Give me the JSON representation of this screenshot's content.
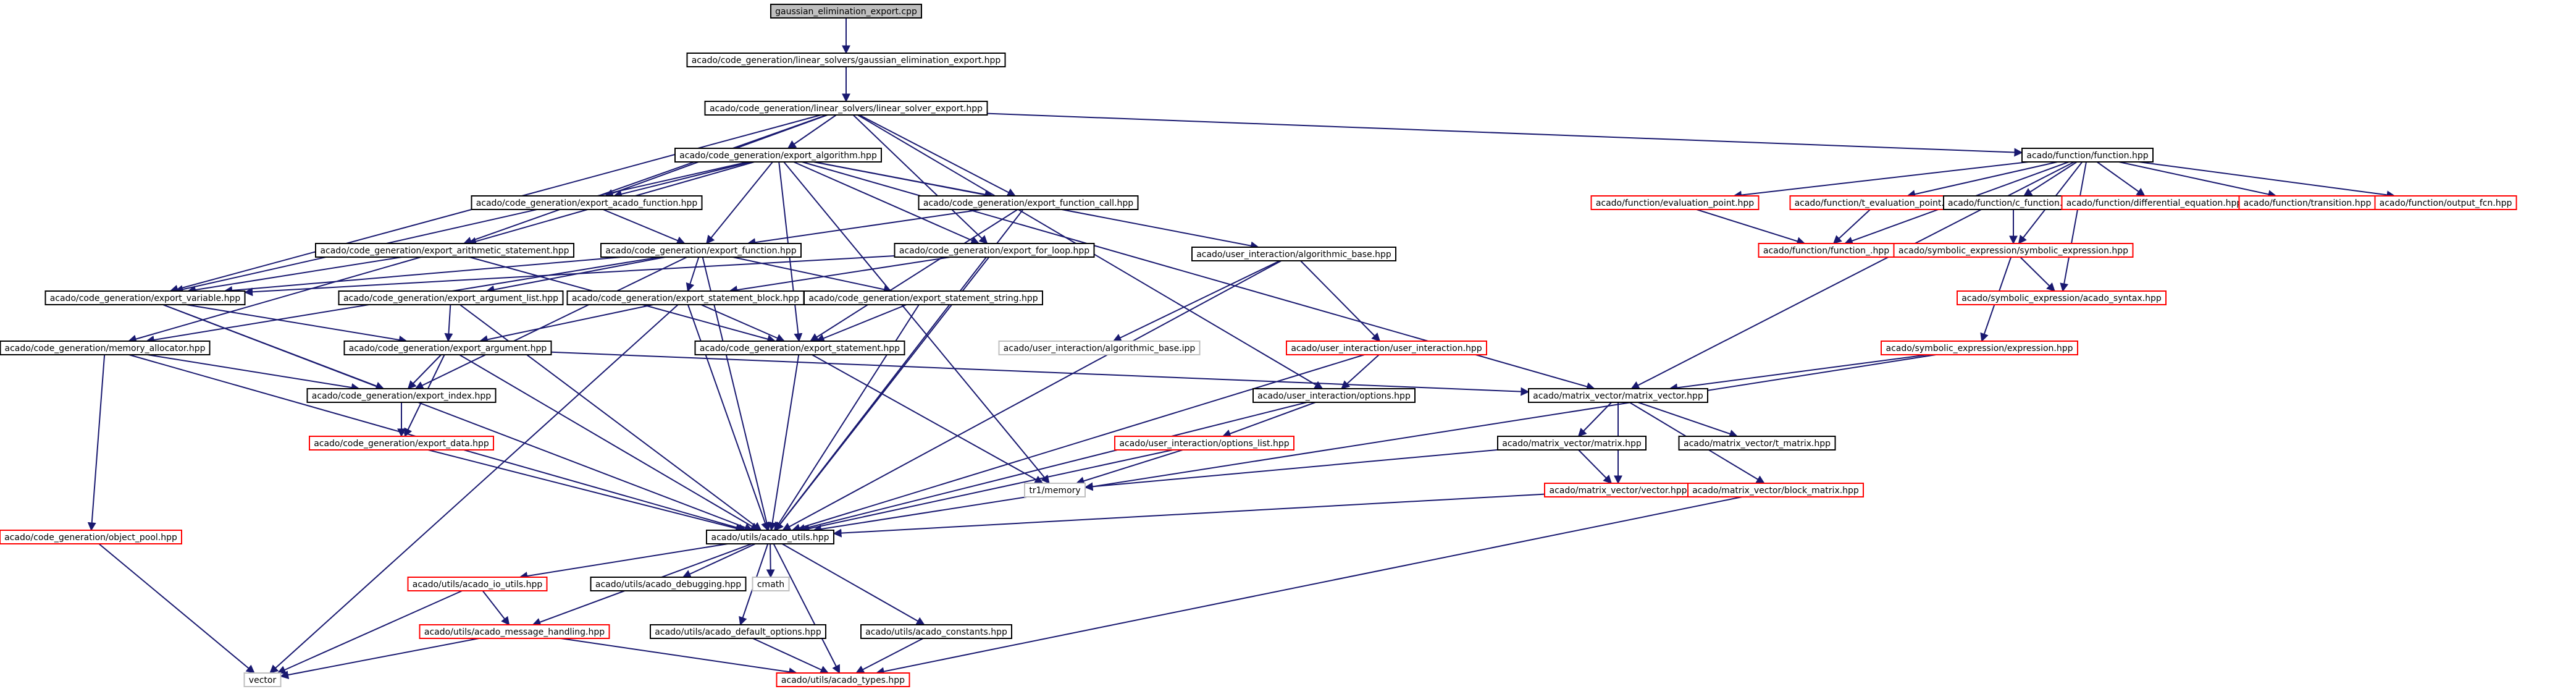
{
  "colors": {
    "edge": "#191970",
    "box_black": "#000000",
    "box_red": "#ff0000",
    "box_grey": "#bfbfbf",
    "root_fill": "#bfbfbf",
    "text": "#000000"
  },
  "nodes": {
    "n_root": "gaussian_elimination_export.cpp",
    "n_gauss": "acado/code_generation/linear_solvers/gaussian_elimination_export.hpp",
    "n_lse": "acado/code_generation/linear_solvers/linear_solver_export.hpp",
    "n_alg": "acado/code_generation/export_algorithm.hpp",
    "n_func": "acado/function/function.hpp",
    "n_eaf": "acado/code_generation/export_acado_function.hpp",
    "n_efc": "acado/code_generation/export_function_call.hpp",
    "n_eas": "acado/code_generation/export_arithmetic_statement.hpp",
    "n_ef": "acado/code_generation/export_function.hpp",
    "n_efl": "acado/code_generation/export_for_loop.hpp",
    "n_evar": "acado/code_generation/export_variable.hpp",
    "n_eal": "acado/code_generation/export_argument_list.hpp",
    "n_esb": "acado/code_generation/export_statement_block.hpp",
    "n_ess": "acado/code_generation/export_statement_string.hpp",
    "n_ma": "acado/code_generation/memory_allocator.hpp",
    "n_earg": "acado/code_generation/export_argument.hpp",
    "n_est": "acado/code_generation/export_statement.hpp",
    "n_eidx": "acado/code_generation/export_index.hpp",
    "n_edata": "acado/code_generation/export_data.hpp",
    "n_op": "acado/code_generation/object_pool.hpp",
    "n_uab": "acado/user_interaction/algorithmic_base.hpp",
    "n_uabi": "acado/user_interaction/algorithmic_base.ipp",
    "n_uui": "acado/user_interaction/user_interaction.hpp",
    "n_uopt": "acado/user_interaction/options.hpp",
    "n_uol": "acado/user_interaction/options_list.hpp",
    "n_tr1": "tr1/memory",
    "n_utils": "acado/utils/acado_utils.hpp",
    "n_io": "acado/utils/acado_io_utils.hpp",
    "n_dbg": "acado/utils/acado_debugging.hpp",
    "n_cmath": "cmath",
    "n_msg": "acado/utils/acado_message_handling.hpp",
    "n_defopt": "acado/utils/acado_default_options.hpp",
    "n_const": "acado/utils/acado_constants.hpp",
    "n_types": "acado/utils/acado_types.hpp",
    "n_vector": "vector",
    "n_eval": "acado/function/evaluation_point.hpp",
    "n_teval": "acado/function/t_evaluation_point.hpp",
    "n_cfunc": "acado/function/c_function.hpp",
    "n_deq": "acado/function/differential_equation.hpp",
    "n_trans": "acado/function/transition.hpp",
    "n_ofcn": "acado/function/output_fcn.hpp",
    "n_func_": "acado/function/function_.hpp",
    "n_symexpr": "acado/symbolic_expression/symbolic_expression.hpp",
    "n_syntax": "acado/symbolic_expression/acado_syntax.hpp",
    "n_expr": "acado/symbolic_expression/expression.hpp",
    "n_mv": "acado/matrix_vector/matrix_vector.hpp",
    "n_mat": "acado/matrix_vector/matrix.hpp",
    "n_tmat": "acado/matrix_vector/t_matrix.hpp",
    "n_vec": "acado/matrix_vector/vector.hpp",
    "n_bmat": "acado/matrix_vector/block_matrix.hpp"
  }
}
